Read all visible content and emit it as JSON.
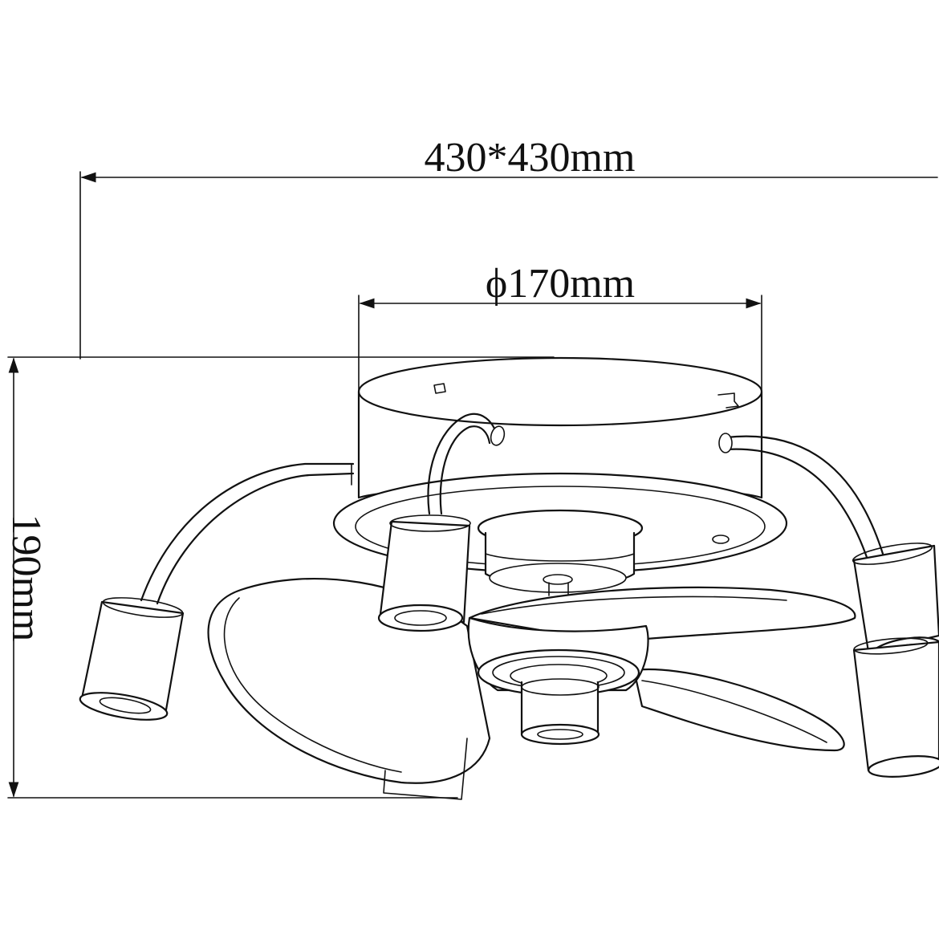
{
  "dimensions": {
    "overall_width_label": "430*430mm",
    "canopy_diameter_label": "ϕ170mm",
    "overall_height_label": "190mm"
  },
  "line_color": "#111111",
  "background_color": "#ffffff"
}
